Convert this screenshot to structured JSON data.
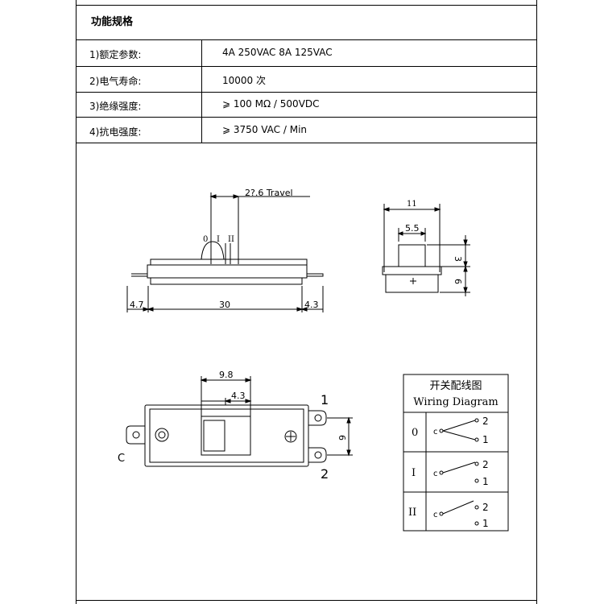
{
  "spec": {
    "title": "功能规格",
    "rows": [
      {
        "label": "1)额定参数:",
        "value": "4A 250VAC   8A  125VAC"
      },
      {
        "label": "2)电气寿命:",
        "value": "10000  次"
      },
      {
        "label": "3)绝缘强度:",
        "value": "⩾  100 MΩ  / 500VDC"
      },
      {
        "label": "4)抗电强度:",
        "value": "⩾  3750 VAC / Min"
      }
    ]
  },
  "drawing": {
    "side_view": {
      "travel": "2?.6 Travel",
      "pos_0": "0",
      "pos_1": "I",
      "pos_2": "II",
      "dim_left": "4.7",
      "dim_body": "30",
      "dim_right": "4.3"
    },
    "end_view": {
      "width": "11",
      "knob": "5.5",
      "knob_height": "3",
      "body_height": "6"
    },
    "top_view": {
      "dim_9_8": "9.8",
      "dim_4_3": "4.3",
      "dim_6": "6",
      "terminal_1": "1",
      "terminal_2": "2",
      "terminal_c": "C"
    },
    "wiring": {
      "title_cn": "开关配线图",
      "title_en": "Wiring Diagram",
      "states": [
        {
          "pos": "0",
          "c": "c",
          "t2": "2",
          "t1": "1"
        },
        {
          "pos": "I",
          "c": "c",
          "t2": "2",
          "t1": "1"
        },
        {
          "pos": "II",
          "c": "c",
          "t2": "2",
          "t1": "1"
        }
      ]
    }
  }
}
